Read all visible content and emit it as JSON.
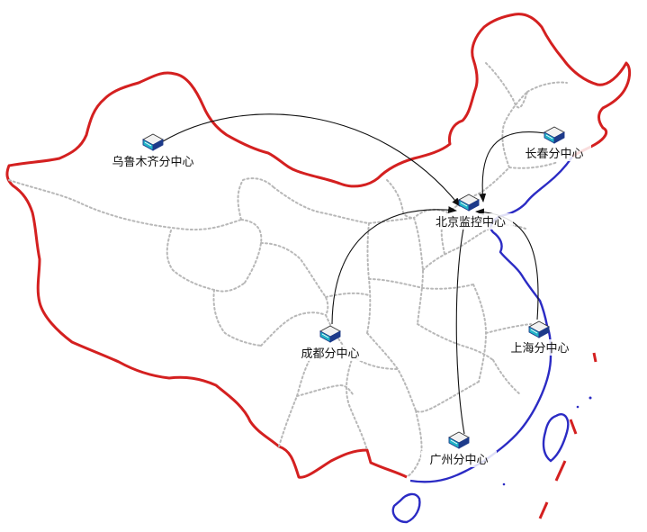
{
  "map": {
    "colors": {
      "land_border": "#d42020",
      "coast": "#2b2bc4",
      "internal_border": "#b8b8b8",
      "link": "#111111",
      "server_top": "#f2f2f2",
      "server_screen": "#22b4c8",
      "server_body": "#1d3a8a"
    },
    "nodes": {
      "beijing": {
        "label": "北京监控中心",
        "icon": "server-icon"
      },
      "urumqi": {
        "label": "乌鲁木齐分中心",
        "icon": "server-icon"
      },
      "changchun": {
        "label": "长春分中心",
        "icon": "server-icon"
      },
      "chengdu": {
        "label": "成都分中心",
        "icon": "server-icon"
      },
      "shanghai": {
        "label": "上海分中心",
        "icon": "server-icon"
      },
      "guangzhou": {
        "label": "广州分中心",
        "icon": "server-icon"
      }
    }
  }
}
